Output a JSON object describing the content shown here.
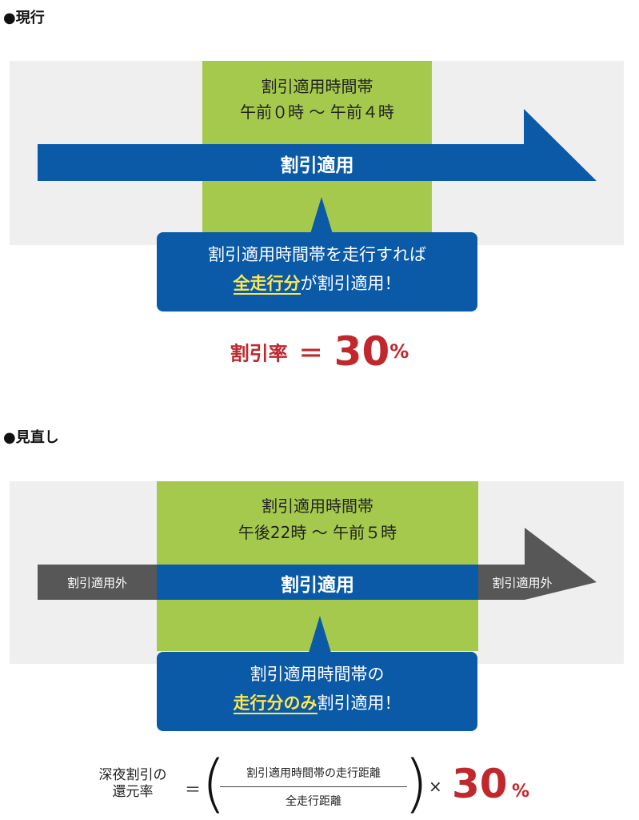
{
  "current": {
    "section_title": "●現行",
    "band_title": "割引適用時間帯",
    "band_time": "午前０時 〜 午前４時",
    "bar_label": "割引適用",
    "callout_line1": "割引適用時間帯を走行すれば",
    "callout_highlight": "全走行分",
    "callout_line2_rest": "が割引適用！",
    "rate_label": "割引率",
    "rate_eq": "＝",
    "rate_value": "30",
    "rate_unit": "%"
  },
  "revised": {
    "section_title": "●見直し",
    "band_title": "割引適用時間帯",
    "band_time": "午後22時 〜 午前５時",
    "bar_label": "割引適用",
    "outside_left": "割引適用外",
    "outside_right": "割引適用外",
    "callout_line1": "割引適用時間帯の",
    "callout_highlight": "走行分のみ",
    "callout_line2_rest": "割引適用！"
  },
  "formula": {
    "left_line1": "深夜割引の",
    "left_line2": "還元率",
    "equals": "＝",
    "numerator": "割引適用時間帯の走行距離",
    "denominator": "全走行距離",
    "times": "×",
    "value": "30",
    "unit": "%"
  },
  "colors": {
    "blue": "#0a5aa8",
    "green": "#a5c94c",
    "gray_arrow": "#575757",
    "red": "#c0282d",
    "highlight": "#ffe74c",
    "background": "#efefef"
  }
}
